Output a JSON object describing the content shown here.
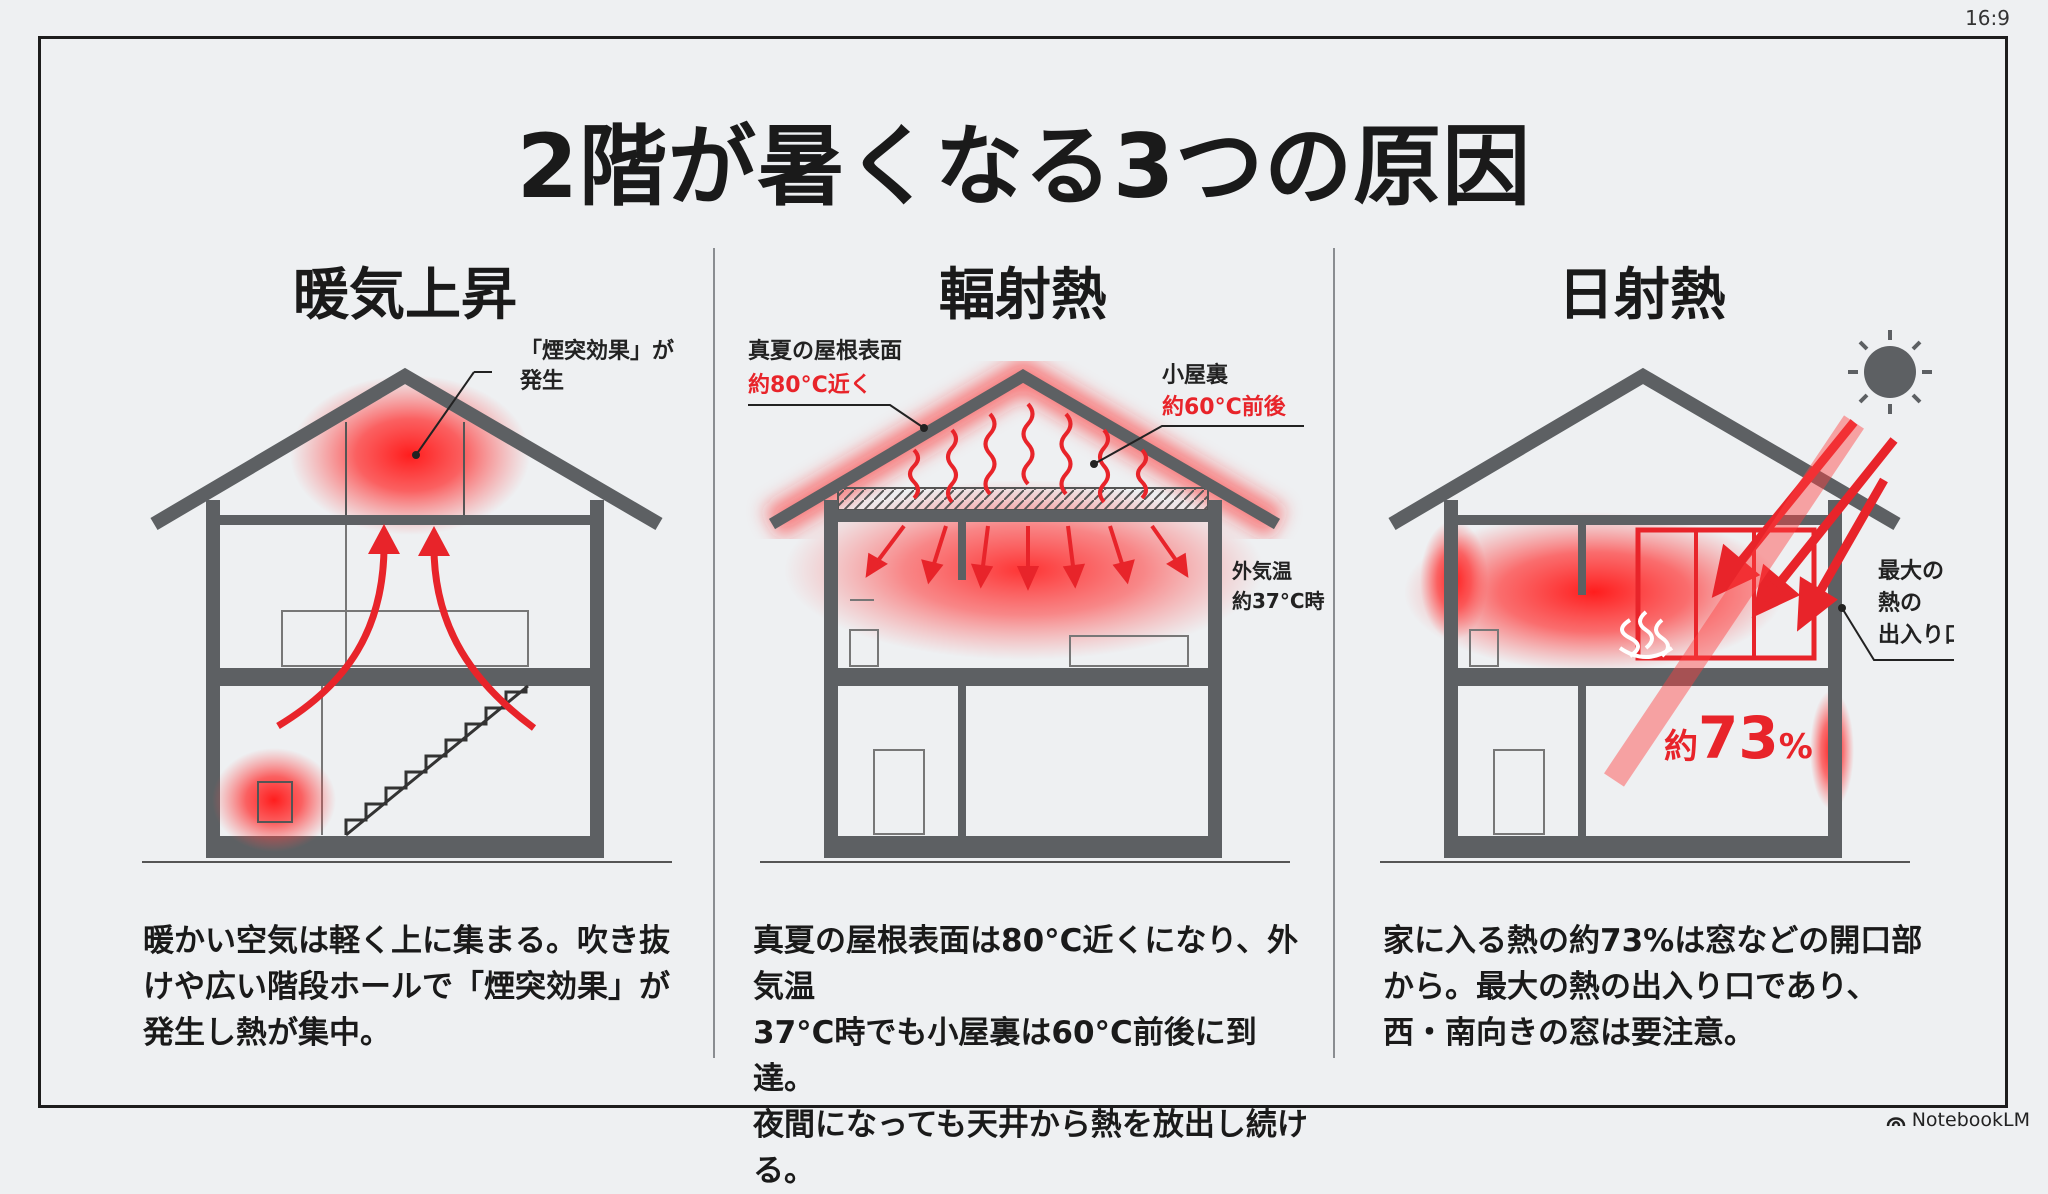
{
  "aspect_label": "16:9",
  "title": "2階が暑くなる3つの原因",
  "panels": [
    {
      "heading": "暖気上昇",
      "callout": [
        "「煙突効果」が",
        "発生"
      ],
      "body": [
        "暖かい空気は軽く上に集まる。吹き抜",
        "けや広い階段ホールで「煙突効果」が",
        "発生し熱が集中。"
      ]
    },
    {
      "heading": "輻射熱",
      "roof_label": "真夏の屋根表面",
      "roof_temp": "約80°C近く",
      "attic_label": "小屋裏",
      "attic_temp": "約60°C前後",
      "outside_label": [
        "外気温",
        "約37°C時"
      ],
      "body": [
        "真夏の屋根表面は80°C近くになり、外気温",
        "37°C時でも小屋裏は60°C前後に到達。",
        "夜間になっても天井から熱を放出し続ける。"
      ]
    },
    {
      "heading": "日射熱",
      "opening_label": [
        "最大の",
        "熱の",
        "出入り口"
      ],
      "percent_prefix": "約",
      "percent_value": "73",
      "percent_unit": "%",
      "body": [
        "家に入る熱の約73%は窓などの開口部",
        "から。最大の熱の出入り口であり、",
        "西・南向きの窓は要注意。"
      ]
    }
  ],
  "logo_text": "NotebookLM",
  "colors": {
    "heat": "#e8242a",
    "wall": "#5d6063",
    "line": "#333333"
  }
}
